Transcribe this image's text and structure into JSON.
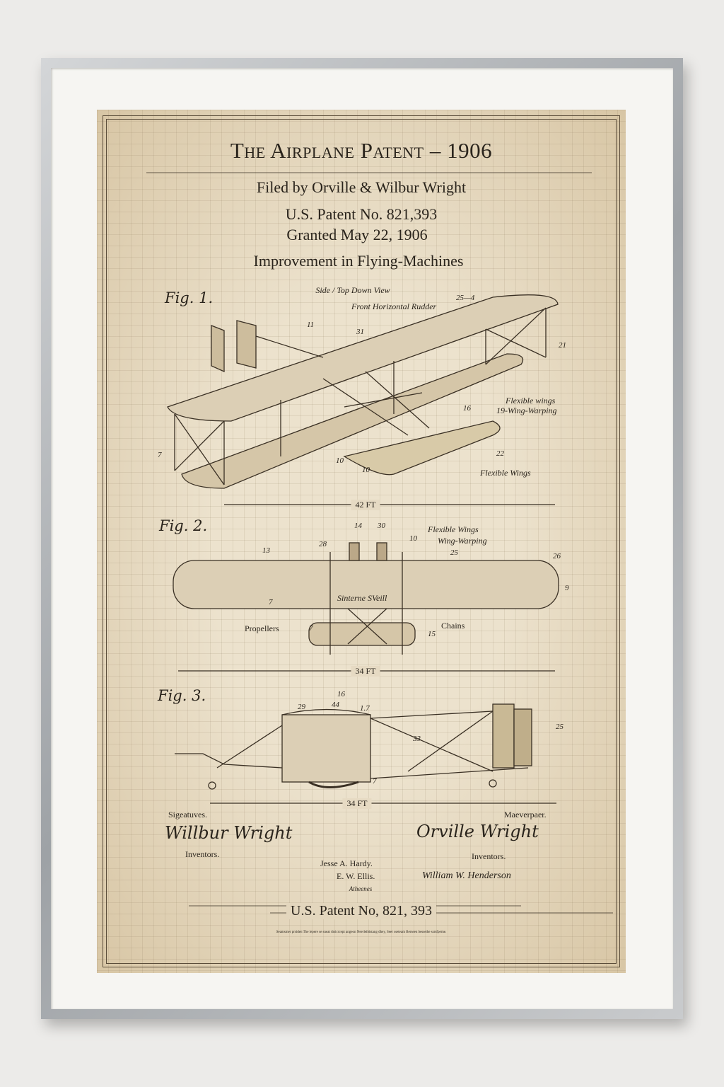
{
  "poster": {
    "title": "The Airplane Patent – 1906",
    "filed_by": "Filed by Orville & Wilbur Wright",
    "patent_no": "U.S. Patent No. 821,393",
    "granted": "Granted May 22, 1906",
    "subject": "Improvement in Flying-Machines",
    "fig1": {
      "label": "Fig. 1.",
      "view": "Side / Top Down View",
      "rudder": "Front Horizontal Rudder",
      "flex1": "Flexible wings",
      "warp": "19-Wing-Warping",
      "flex2": "Flexible Wings",
      "dimension": "42 FT",
      "nums": [
        "25—4",
        "11",
        "31",
        "21",
        "16",
        "7",
        "10",
        "10",
        "22"
      ]
    },
    "fig2": {
      "label": "Fig. 2.",
      "flex": "Flexible Wings",
      "warp": "Wing-Warping",
      "propellers": "Propellers",
      "chains": "Chains",
      "center": "Sinterne SVeill",
      "dimension": "34 FT",
      "nums": [
        "14",
        "30",
        "28",
        "10",
        "13",
        "25",
        "26",
        "9",
        "7",
        "7",
        "15"
      ]
    },
    "fig3": {
      "label": "Fig. 3.",
      "dimension": "34 FT",
      "nums": [
        "16",
        "29",
        "44",
        "1.7",
        "33",
        "25",
        "7"
      ]
    },
    "signatures": {
      "left_heading": "Sigeatuves.",
      "right_heading": "Maeverpaer.",
      "wilbur": "Willbur Wright",
      "orville": "Orville Wright",
      "inventors_left": "Inventors.",
      "inventors_right": "Inventors.",
      "witness1": "Jesse A. Hardy.",
      "witness2": "E. W. Ellis.",
      "attorney_sig": "William W. Henderson",
      "attorneys": "Atheenes"
    },
    "footer_patent": "U.S. Patent No, 821, 393",
    "fine_print": "Seamsmer prsiden The lepere se sneat drsicrcept angeon Neerleibistang dhey, Seer sseteam Berseen bessethe ssrsfperne."
  }
}
